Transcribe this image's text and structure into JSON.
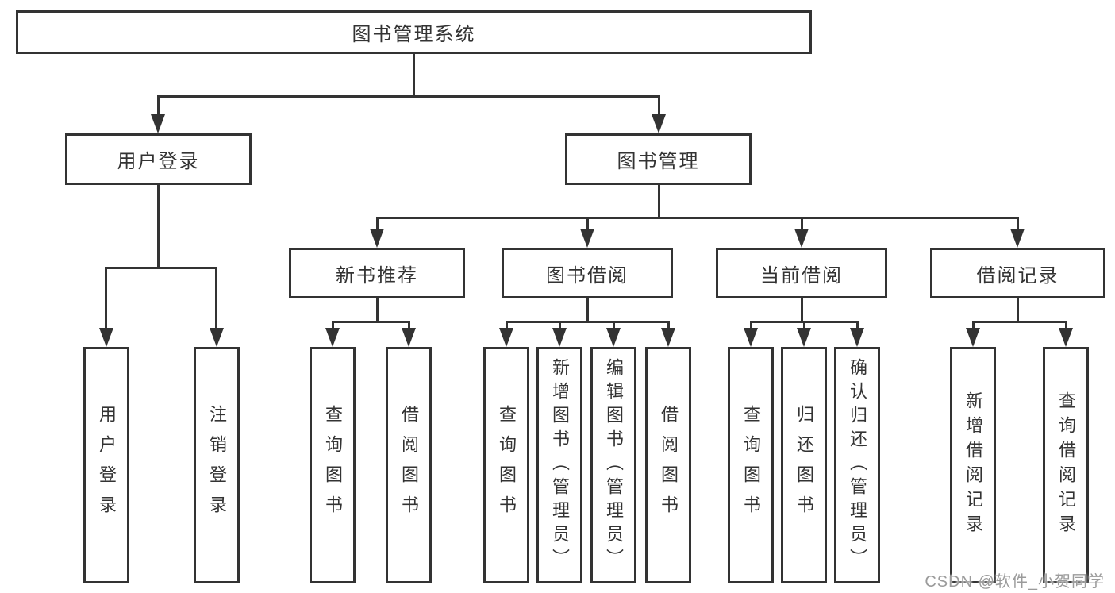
{
  "diagram": {
    "title": "图书管理系统",
    "level1": [
      {
        "label": "用户登录"
      },
      {
        "label": "图书管理"
      }
    ],
    "level2": [
      {
        "label": "新书推荐"
      },
      {
        "label": "图书借阅"
      },
      {
        "label": "当前借阅"
      },
      {
        "label": "借阅记录"
      }
    ],
    "leaves": {
      "user_login": [
        "用户登录",
        "注销登录"
      ],
      "new_book_recommend": [
        "查询图书",
        "借阅图书"
      ],
      "book_borrow": [
        "查询图书",
        "新增图书（管理员）",
        "编辑图书（管理员）",
        "借阅图书"
      ],
      "current_borrow": [
        "查询图书",
        "归还图书",
        "确认归还（管理员）"
      ],
      "borrow_records": [
        "新增借阅记录",
        "查询借阅记录"
      ]
    }
  },
  "watermark": "CSDN @软件_小贺同学",
  "colors": {
    "line": "#333333",
    "text": "#333333",
    "background": "#ffffff",
    "watermark": "#9b9b9b"
  }
}
